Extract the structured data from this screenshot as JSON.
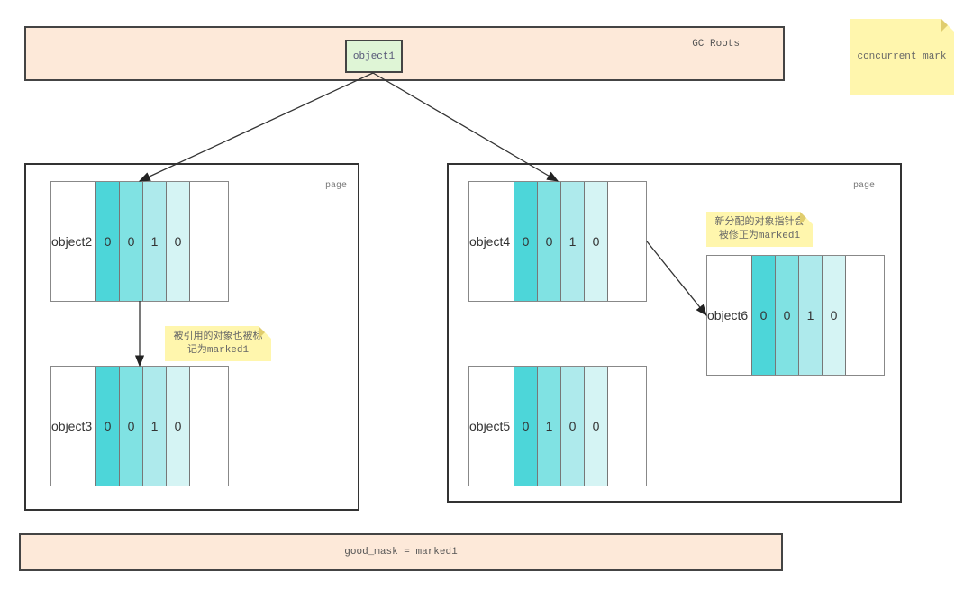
{
  "gc_roots": {
    "label": "GC Roots",
    "object": "object1"
  },
  "phase_note": "concurrent mark",
  "pages": [
    {
      "label": "page"
    },
    {
      "label": "page"
    }
  ],
  "objects": {
    "object2": {
      "name": "object2",
      "bits": [
        "0",
        "0",
        "1",
        "0"
      ]
    },
    "object3": {
      "name": "object3",
      "bits": [
        "0",
        "0",
        "1",
        "0"
      ]
    },
    "object4": {
      "name": "object4",
      "bits": [
        "0",
        "0",
        "1",
        "0"
      ]
    },
    "object5": {
      "name": "object5",
      "bits": [
        "0",
        "1",
        "0",
        "0"
      ]
    },
    "object6": {
      "name": "object6",
      "bits": [
        "0",
        "0",
        "1",
        "0"
      ]
    }
  },
  "notes": {
    "referenced": [
      "被引用的对象也被标",
      "记为marked1"
    ],
    "new_alloc": [
      "新分配的对象指针会",
      "被修正为marked1"
    ]
  },
  "good_mask": "good_mask = marked1",
  "colors": {
    "bit0": "#4dd6d9",
    "bit1": "#80e2e3",
    "bit2": "#aeeaec",
    "bit3": "#d5f4f4",
    "roots_bg": "#fde9d9",
    "note_bg": "#fff6ad"
  }
}
